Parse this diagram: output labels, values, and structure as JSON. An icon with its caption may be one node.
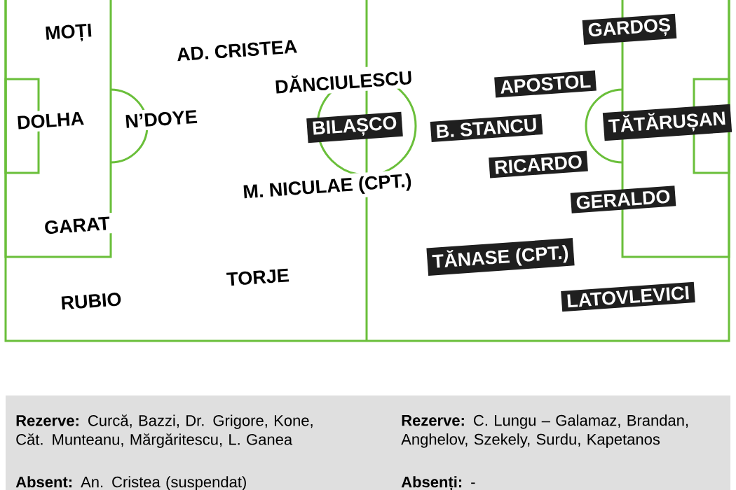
{
  "diagram": {
    "nodes": [
      {
        "text": [
          "MOȚI"
        ]
      },
      {
        "text": [
          "AD. CRISTEA"
        ]
      },
      {
        "text": [
          "DĂNCIULESCU"
        ]
      },
      {
        "text": [
          "DOLHA"
        ]
      },
      {
        "text": [
          "N’DOYE"
        ]
      },
      {
        "text": [
          "BILAȘCO"
        ]
      },
      {
        "text": [
          "M. NICULAE (CPT.)"
        ]
      },
      {
        "text": [
          "GARAT"
        ]
      },
      {
        "text": [
          "TORJE"
        ]
      },
      {
        "text": [
          "RUBIO"
        ]
      },
      {
        "text": [
          "GARDOȘ"
        ]
      },
      {
        "text": [
          "APOSTOL"
        ]
      },
      {
        "text": [
          "B. STANCU"
        ]
      },
      {
        "text": [
          "TĂTĂRUȘAN"
        ]
      },
      {
        "text": [
          "RICARDO"
        ]
      },
      {
        "text": [
          "GERALDO"
        ]
      },
      {
        "text": [
          "TĂNASE (CPT.)"
        ]
      },
      {
        "text": [
          "LATOVLEVICI"
        ]
      }
    ],
    "labels": [
      "**Rezerve:** Curcă, Bazzi, Dr. Grigore, Kone, Căt. Munteanu, Mărgăritescu, L. Ganea",
      "**Absent:** An. Cristea (suspendat)",
      "**Rezerve:** C. Lungu – Galamaz, Brandan, Anghelov, Szekely, Surdu, Kapetanos",
      "**Absenți:** -"
    ]
  }
}
